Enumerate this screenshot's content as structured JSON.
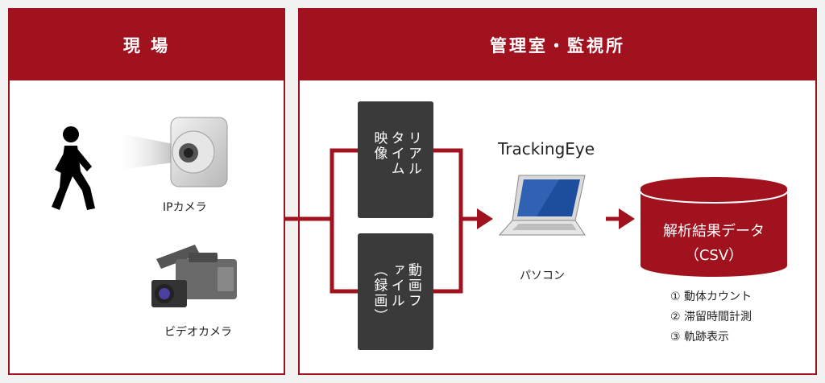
{
  "left_panel": {
    "title": "現 場",
    "ip_camera_label": "IPカメラ",
    "video_camera_label": "ビデオカメラ"
  },
  "right_panel": {
    "title": "管理室・監視所",
    "realtime_box": {
      "line1": "リアルタイム",
      "line2": "映像"
    },
    "file_box": {
      "line1": "動画ファイル",
      "line2": "（録画）"
    },
    "product_name": "TrackingEye",
    "pc_label": "パソコン",
    "database": {
      "line1": "解析結果データ",
      "line2": "（CSV）"
    },
    "results": [
      "① 動体カウント",
      "② 滞留時間計測",
      "③ 軌跡表示"
    ]
  },
  "colors": {
    "accent": "#a1121f",
    "box": "#3a3a3a",
    "background": "#f2f2f2"
  }
}
